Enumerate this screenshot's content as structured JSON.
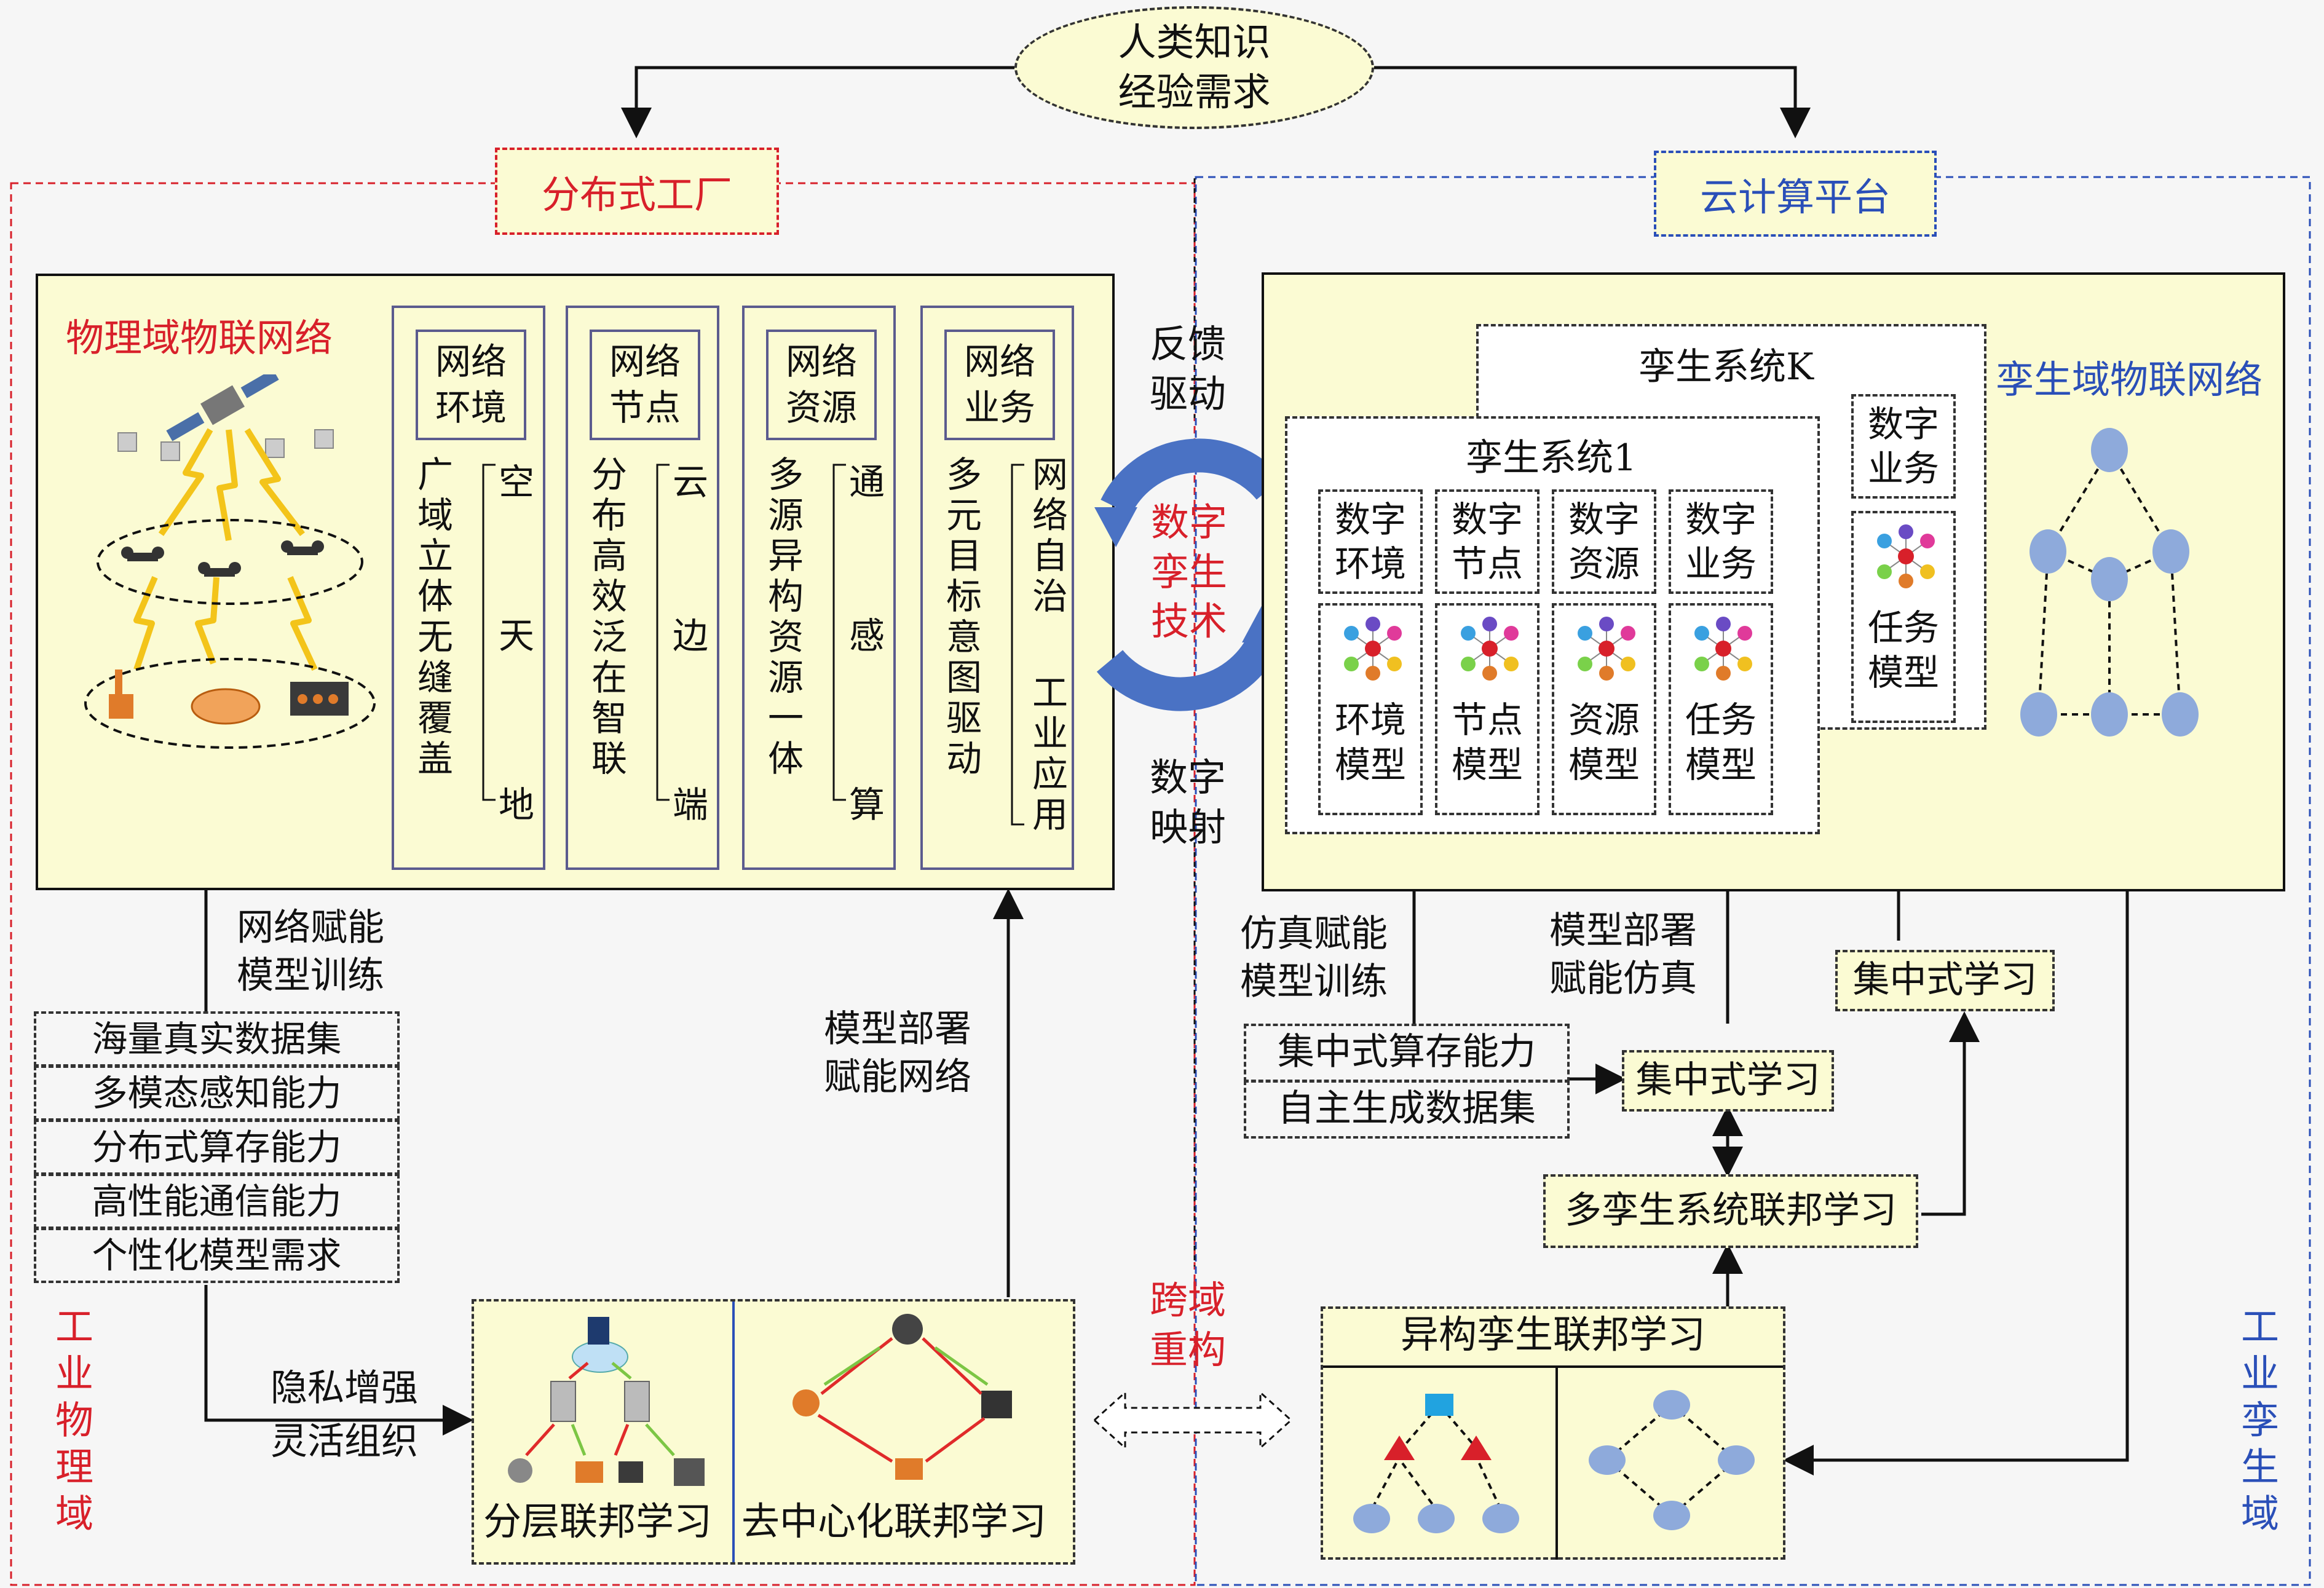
{
  "top": {
    "ellipse": "人类知识\n经验需求",
    "left_box": "分布式工厂",
    "right_box": "云计算平台"
  },
  "physical": {
    "title": "物理域物联网络",
    "columns": [
      {
        "head": "网络\n环境",
        "main": "广域立体无缝覆盖",
        "side": [
          "空",
          "天",
          "地"
        ]
      },
      {
        "head": "网络\n节点",
        "main": "分布高效泛在智联",
        "side": [
          "云",
          "边",
          "端"
        ]
      },
      {
        "head": "网络\n资源",
        "main": "多源异构资源一体",
        "side": [
          "通",
          "感",
          "算"
        ]
      },
      {
        "head": "网络\n业务",
        "main": "多元目标意图驱动",
        "side": [
          "网络自治",
          "工业应用"
        ]
      }
    ]
  },
  "center": {
    "feedback": "反馈\n驱动",
    "tech": "数字\n孪生\n技术",
    "mapping": "数字\n映射",
    "cross": "跨域\n重构"
  },
  "twin": {
    "title": "孪生域物联网络",
    "system_k": "孪生系统K",
    "system_1": "孪生系统1",
    "digital": [
      "数字\n环境",
      "数字\n节点",
      "数字\n资源",
      "数字\n业务"
    ],
    "models": [
      "环境\n模型",
      "节点\n模型",
      "资源\n模型",
      "任务\n模型"
    ],
    "k_digital": "数字\n业务",
    "k_model": "任务\n模型"
  },
  "left_lower": {
    "label1": "网络赋能\n模型训练",
    "list": [
      "海量真实数据集",
      "多模态感知能力",
      "分布式算存能力",
      "高性能通信能力",
      "个性化模型需求"
    ],
    "label2": "隐私增强\n灵活组织",
    "label3": "模型部署\n赋能网络",
    "fl_left": "分层联邦学习",
    "fl_right": "去中心化联邦学习"
  },
  "right_lower": {
    "label_sim": "仿真赋能\n模型训练",
    "label_deploy": "模型部署\n赋能仿真",
    "central_left": [
      "集中式算存能力",
      "自主生成数据集"
    ],
    "central_learn": "集中式学习",
    "central_learn_top": "集中式学习",
    "multi_fed": "多孪生系统联邦学习",
    "hetero": "异构孪生联邦学习"
  },
  "domains": {
    "left": "工业物理域",
    "right": "工业孪生域"
  },
  "colors": {
    "red": "#d8202a",
    "blue": "#2a4fb8",
    "yellow": "#fbfbd3",
    "node": "#8eaadb"
  }
}
